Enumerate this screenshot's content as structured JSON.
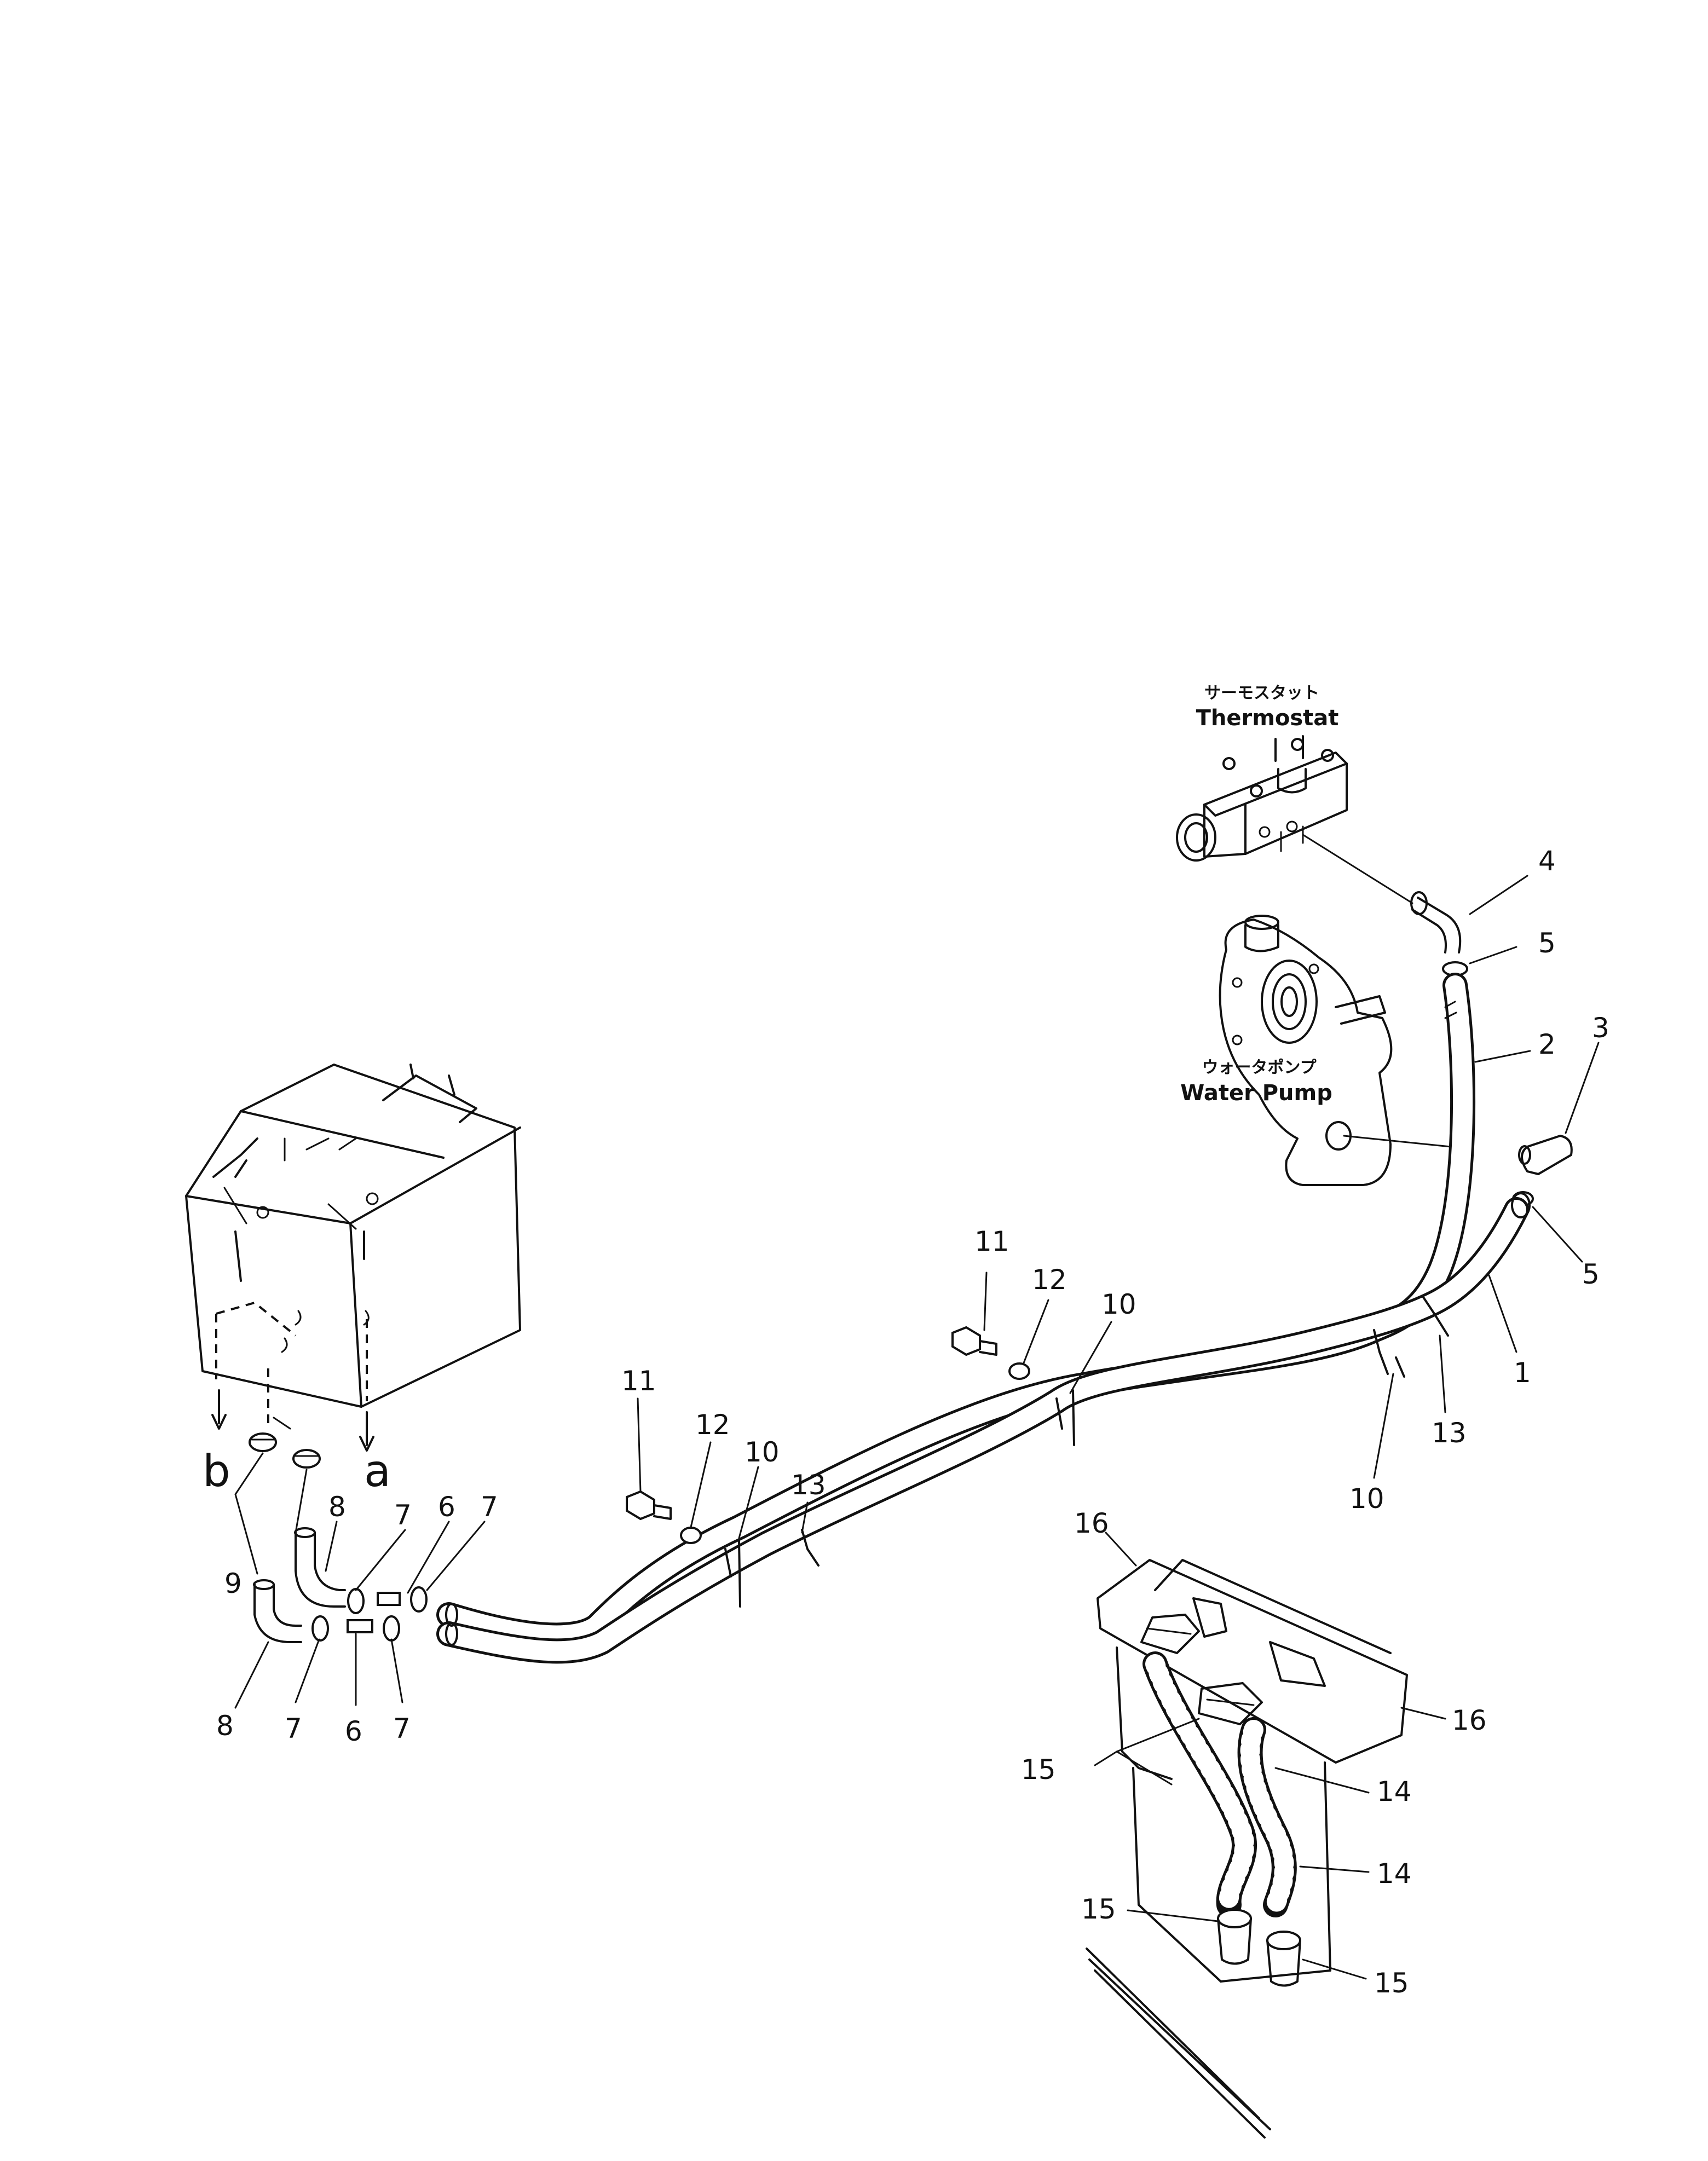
{
  "components": {
    "thermostat": {
      "label_jp": "サーモスタット",
      "label_en": "Thermostat"
    },
    "water_pump": {
      "label_jp": "ウォータポンプ",
      "label_en": "Water Pump"
    },
    "tank_port_a": "a",
    "tank_port_b": "b"
  },
  "callouts": [
    {
      "id": "c-4",
      "text": "4"
    },
    {
      "id": "c-5a",
      "text": "5"
    },
    {
      "id": "c-2",
      "text": "2"
    },
    {
      "id": "c-3",
      "text": "3"
    },
    {
      "id": "c-5b",
      "text": "5"
    },
    {
      "id": "c-1",
      "text": "1"
    },
    {
      "id": "c-13a",
      "text": "13"
    },
    {
      "id": "c-10a",
      "text": "10"
    },
    {
      "id": "c-11a",
      "text": "11"
    },
    {
      "id": "c-12a",
      "text": "12"
    },
    {
      "id": "c-10b",
      "text": "10"
    },
    {
      "id": "c-11b",
      "text": "11"
    },
    {
      "id": "c-12b",
      "text": "12"
    },
    {
      "id": "c-10c",
      "text": "10"
    },
    {
      "id": "c-13b",
      "text": "13"
    },
    {
      "id": "c-8a",
      "text": "8"
    },
    {
      "id": "c-7a",
      "text": "7"
    },
    {
      "id": "c-6a",
      "text": "6"
    },
    {
      "id": "c-7b",
      "text": "7"
    },
    {
      "id": "c-9",
      "text": "9"
    },
    {
      "id": "c-8b",
      "text": "8"
    },
    {
      "id": "c-7c",
      "text": "7"
    },
    {
      "id": "c-6b",
      "text": "6"
    },
    {
      "id": "c-7d",
      "text": "7"
    },
    {
      "id": "c-16a",
      "text": "16"
    },
    {
      "id": "c-16b",
      "text": "16"
    },
    {
      "id": "c-15a",
      "text": "15"
    },
    {
      "id": "c-14a",
      "text": "14"
    },
    {
      "id": "c-14b",
      "text": "14"
    },
    {
      "id": "c-15b",
      "text": "15"
    },
    {
      "id": "c-15c",
      "text": "15"
    }
  ]
}
